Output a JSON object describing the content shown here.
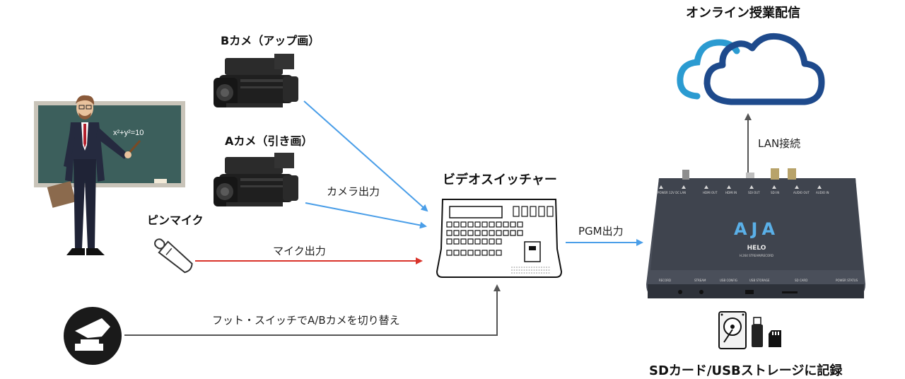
{
  "labels": {
    "cam_b": "Bカメ（アップ画）",
    "cam_a": "Aカメ（引き画）",
    "pin_mic": "ピンマイク",
    "switcher": "ビデオスイッチャー",
    "online": "オンライン授業配信",
    "camera_output": "カメラ出力",
    "mic_output": "マイク出力",
    "pgm_output": "PGM出力",
    "lan": "LAN接続",
    "foot_switch": "フット・スイッチでA/Bカメを切り替え",
    "storage": "SDカード/USBストレージに記録"
  },
  "blackboard": {
    "formula": "x²+y²=10"
  },
  "device": {
    "brand": "AJA",
    "model": "HELO",
    "subtitle": "H.264 STREAM/RECORD",
    "top_ports": [
      "POWER 12V DC",
      "LAN",
      "HDMI OUT",
      "HDMI IN",
      "SDI OUT",
      "SDI IN",
      "AUDIO OUT",
      "AUDIO IN"
    ],
    "front_labels": [
      "RECORD",
      "STREAM",
      "USB CONFIG",
      "USB STORAGE",
      "SD CARD",
      "POWER STATUS"
    ]
  },
  "colors": {
    "blue_arrow": "#4a9ee8",
    "red_arrow": "#d9342b",
    "gray_arrow": "#555555",
    "cloud_front": "#1e4a8c",
    "cloud_back": "#2b9bd1"
  }
}
